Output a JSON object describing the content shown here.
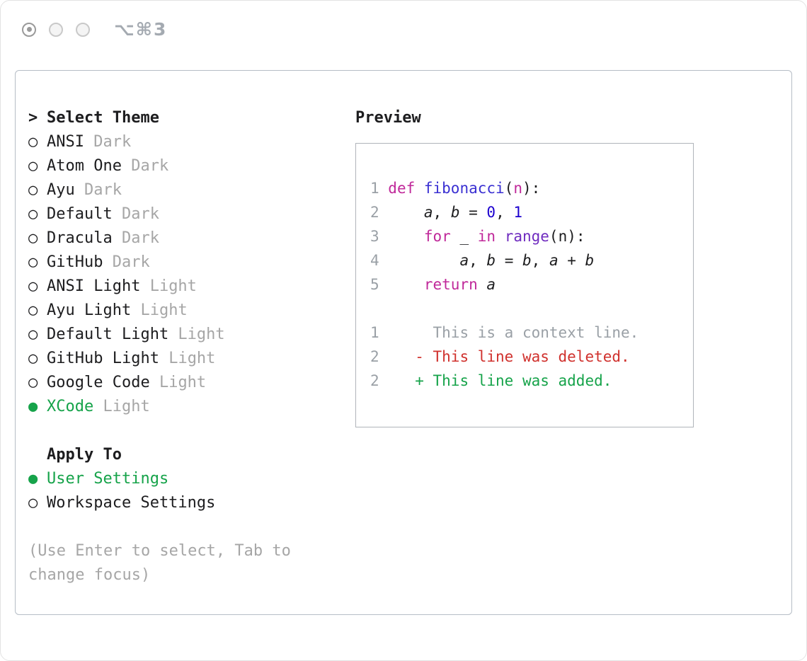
{
  "window": {
    "shortcut": "⌥⌘3"
  },
  "selector": {
    "marker": ">",
    "title": "Select Theme",
    "radio_unselected": "○",
    "radio_selected": "●",
    "items": [
      {
        "name": "ANSI",
        "variant": "Dark",
        "selected": false
      },
      {
        "name": "Atom One",
        "variant": "Dark",
        "selected": false
      },
      {
        "name": "Ayu",
        "variant": "Dark",
        "selected": false
      },
      {
        "name": "Default",
        "variant": "Dark",
        "selected": false
      },
      {
        "name": "Dracula",
        "variant": "Dark",
        "selected": false
      },
      {
        "name": "GitHub",
        "variant": "Dark",
        "selected": false
      },
      {
        "name": "ANSI Light",
        "variant": "Light",
        "selected": false
      },
      {
        "name": "Ayu Light",
        "variant": "Light",
        "selected": false
      },
      {
        "name": "Default Light",
        "variant": "Light",
        "selected": false
      },
      {
        "name": "GitHub Light",
        "variant": "Light",
        "selected": false
      },
      {
        "name": "Google Code",
        "variant": "Light",
        "selected": false
      },
      {
        "name": "XCode",
        "variant": "Light",
        "selected": true
      }
    ]
  },
  "apply": {
    "title": "Apply To",
    "options": [
      {
        "label": "User Settings",
        "selected": true
      },
      {
        "label": "Workspace Settings",
        "selected": false
      }
    ]
  },
  "hint": {
    "line1": "(Use Enter to select, Tab to",
    "line2": "change focus)"
  },
  "preview": {
    "title": "Preview",
    "code_lines": [
      {
        "num": "1",
        "tokens": [
          {
            "c": "kw",
            "t": "def "
          },
          {
            "c": "fn",
            "t": "fibonacci"
          },
          {
            "c": "pl",
            "t": "("
          },
          {
            "c": "kw",
            "t": "n"
          },
          {
            "c": "pl",
            "t": "):"
          }
        ]
      },
      {
        "num": "2",
        "tokens": [
          {
            "c": "pl",
            "t": "    "
          },
          {
            "c": "var",
            "t": "a"
          },
          {
            "c": "pl",
            "t": ", "
          },
          {
            "c": "var",
            "t": "b"
          },
          {
            "c": "pl",
            "t": " = "
          },
          {
            "c": "num",
            "t": "0"
          },
          {
            "c": "pl",
            "t": ", "
          },
          {
            "c": "num",
            "t": "1"
          }
        ]
      },
      {
        "num": "3",
        "tokens": [
          {
            "c": "pl",
            "t": "    "
          },
          {
            "c": "kw",
            "t": "for"
          },
          {
            "c": "pl",
            "t": " _ "
          },
          {
            "c": "kw",
            "t": "in"
          },
          {
            "c": "pl",
            "t": " "
          },
          {
            "c": "call",
            "t": "range"
          },
          {
            "c": "pl",
            "t": "(n):"
          }
        ]
      },
      {
        "num": "4",
        "tokens": [
          {
            "c": "pl",
            "t": "        "
          },
          {
            "c": "var",
            "t": "a"
          },
          {
            "c": "pl",
            "t": ", "
          },
          {
            "c": "var",
            "t": "b"
          },
          {
            "c": "pl",
            "t": " = "
          },
          {
            "c": "var",
            "t": "b"
          },
          {
            "c": "pl",
            "t": ", "
          },
          {
            "c": "var",
            "t": "a"
          },
          {
            "c": "pl",
            "t": " + "
          },
          {
            "c": "var",
            "t": "b"
          }
        ]
      },
      {
        "num": "5",
        "tokens": [
          {
            "c": "pl",
            "t": "    "
          },
          {
            "c": "kw",
            "t": "return"
          },
          {
            "c": "pl",
            "t": " "
          },
          {
            "c": "var",
            "t": "a"
          }
        ]
      }
    ],
    "diff_lines": [
      {
        "num": "1",
        "kind": "context",
        "text": "     This is a context line."
      },
      {
        "num": "2",
        "kind": "deleted",
        "text": "   - This line was deleted."
      },
      {
        "num": "2",
        "kind": "added",
        "text": "   + This line was added."
      }
    ]
  },
  "colors": {
    "accent_green": "#16a34a",
    "deleted_red": "#d0312d",
    "keyword_magenta": "#c0299a",
    "number_blue": "#1c00cf",
    "function_blue": "#3a30d2",
    "call_purple": "#6f2bbf",
    "muted_gray": "#a6a6a6"
  }
}
